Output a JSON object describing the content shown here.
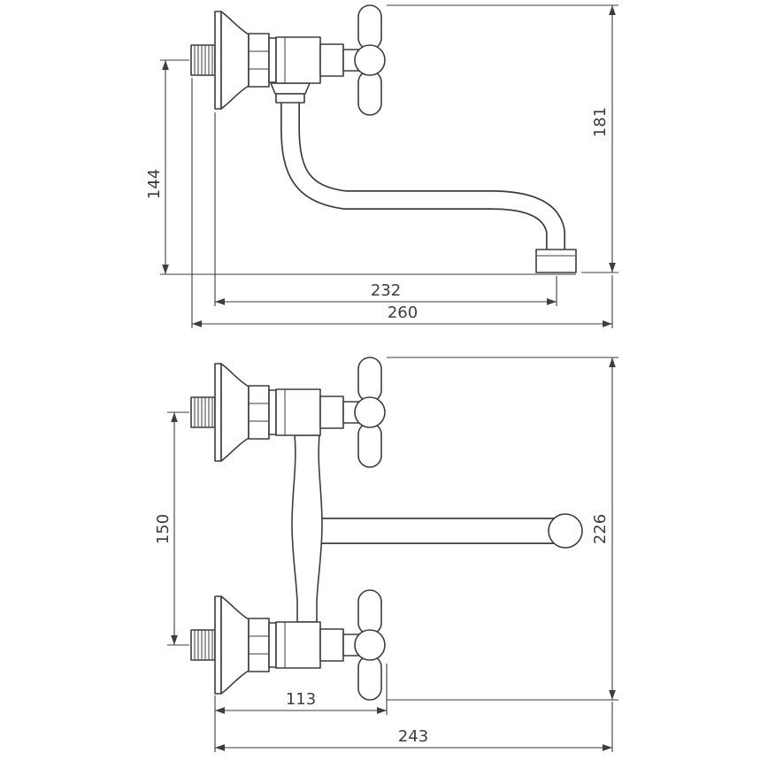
{
  "page": {
    "background": "#ffffff",
    "line_color": "#3d3d3d"
  },
  "top_drawing": {
    "dims": {
      "height_overall": "181",
      "drop_height": "144",
      "spout_reach": "232",
      "depth_overall": "260"
    }
  },
  "bottom_drawing": {
    "dims": {
      "centre_distance": "150",
      "height_overall": "226",
      "handle_projection": "113",
      "depth_overall": "243"
    }
  }
}
